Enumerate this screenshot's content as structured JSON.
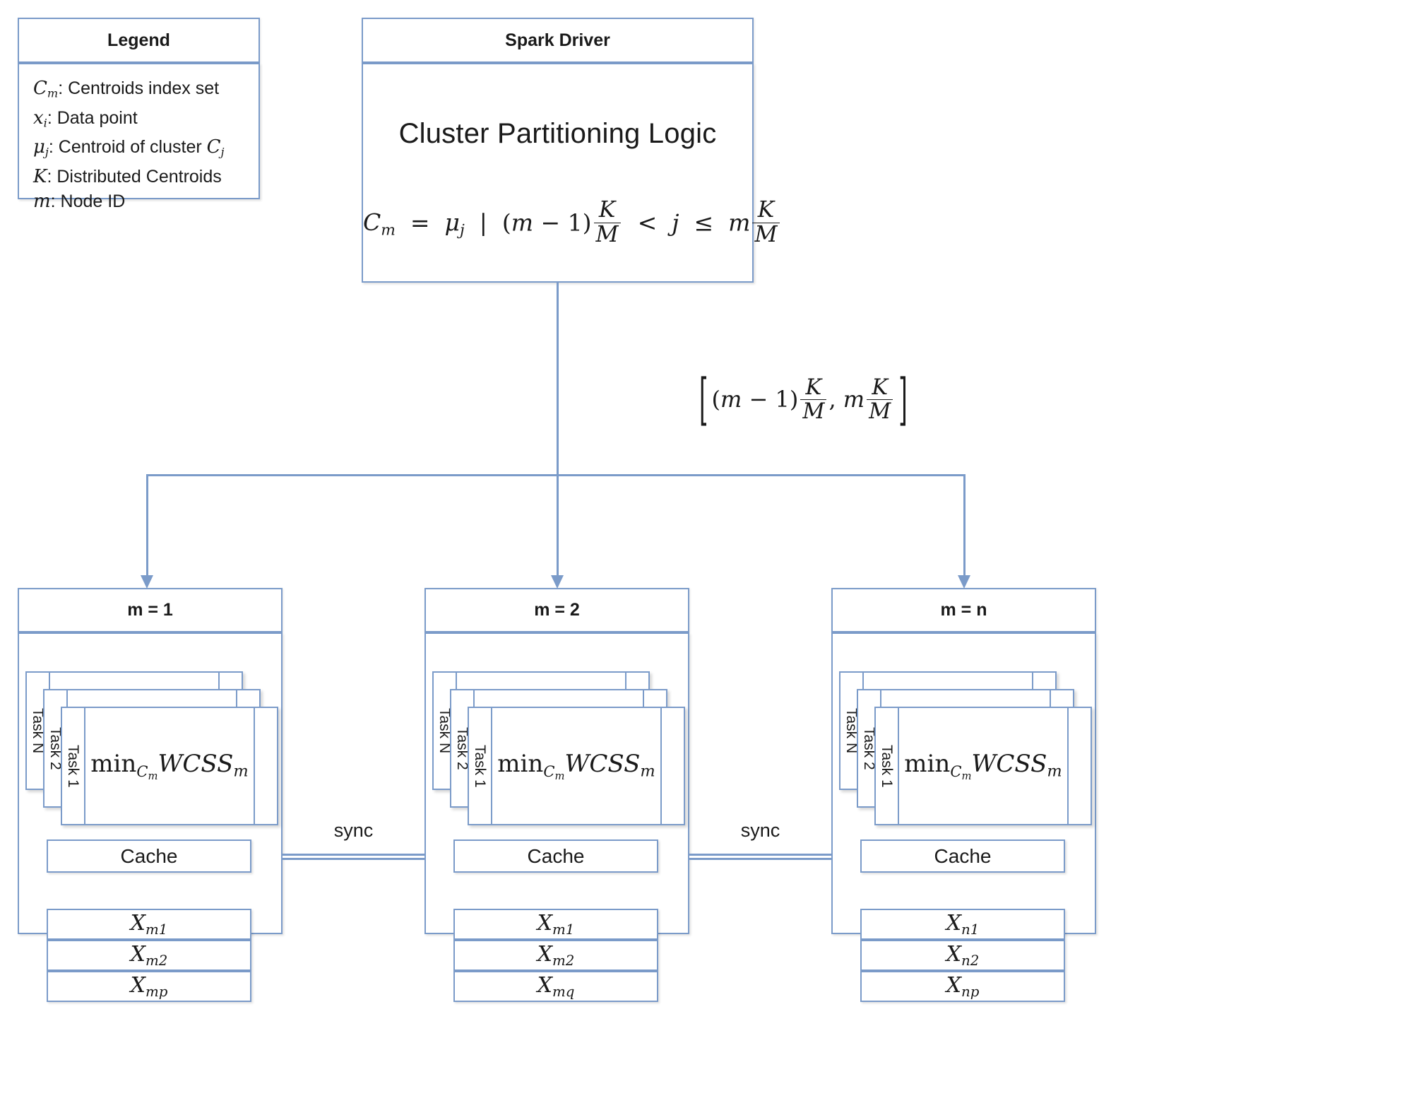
{
  "legend": {
    "title": "Legend",
    "entries": [
      {
        "symbol": "C",
        "sub": "m",
        "text": ": Centroids index set"
      },
      {
        "symbol": "x",
        "sub": "i",
        "text": ": Data point"
      },
      {
        "symbol": "μ",
        "sub": "j",
        "text": ": Centroid of cluster C"
      },
      {
        "symbol": "K",
        "sub": "",
        "text": ": Distributed Centroids"
      },
      {
        "symbol": "m",
        "sub": "",
        "text": ": Node ID"
      }
    ],
    "entry_plain": [
      "Cm: Centroids index set",
      "xi: Data point",
      "μj: Centroid of cluster Cj",
      "K: Distributed Centroids",
      "m: Node ID"
    ],
    "cluster_suffix_sub": "j",
    "cluster_suffix_sym": "C"
  },
  "driver": {
    "header": "Spark Driver",
    "title": "Cluster Partitioning Logic",
    "formula_plain": "C_m = μ_j | (m − 1) K/M < j ≤ m K/M",
    "formula": {
      "lhs_sym": "C",
      "lhs_sub": "m",
      "eq": "=",
      "mu_sym": "μ",
      "mu_sub": "j",
      "bar": "|",
      "open": "(",
      "m": "m",
      "minus": "−",
      "one": "1",
      "close": ")",
      "num": "K",
      "den": "M",
      "lt": "<",
      "j": "j",
      "le": "≤",
      "m2": "m",
      "num2": "K",
      "den2": "M"
    }
  },
  "edge": {
    "label_plain": "[(m − 1) K/M , m K/M]",
    "open_bracket": "[",
    "close_bracket": "]",
    "comma": ",",
    "left_open": "(",
    "left_m": "m",
    "left_minus": "−",
    "left_one": "1",
    "left_close": ")",
    "left_num": "K",
    "left_den": "M",
    "right_m": "m",
    "right_num": "K",
    "right_den": "M"
  },
  "sync": {
    "label_left": "sync",
    "label_right": "sync"
  },
  "tasks": {
    "back_label": "Task N",
    "mid_label": "Task 2",
    "front_label": "Task 1",
    "objective": {
      "min": "min",
      "min_sub_sym": "C",
      "min_sub_sub": "m",
      "wcss": "WCSS",
      "wcss_sub": "m",
      "plain": "min_{Cm} WCSS_m"
    }
  },
  "nodes": [
    {
      "header": "m = 1",
      "cache": "Cache",
      "partitions": [
        {
          "sym": "X",
          "sub": "m1",
          "plain": "Xm1"
        },
        {
          "sym": "X",
          "sub": "m2",
          "plain": "Xm2"
        },
        {
          "sym": "X",
          "sub": "mp",
          "plain": "Xmp"
        }
      ]
    },
    {
      "header": "m = 2",
      "cache": "Cache",
      "partitions": [
        {
          "sym": "X",
          "sub": "m1",
          "plain": "Xm1"
        },
        {
          "sym": "X",
          "sub": "m2",
          "plain": "Xm2"
        },
        {
          "sym": "X",
          "sub": "mq",
          "plain": "Xmq"
        }
      ]
    },
    {
      "header": "m = n",
      "cache": "Cache",
      "partitions": [
        {
          "sym": "X",
          "sub": "n1",
          "plain": "Xn1"
        },
        {
          "sym": "X",
          "sub": "n2",
          "plain": "Xn2"
        },
        {
          "sym": "X",
          "sub": "np",
          "plain": "Xnp"
        }
      ]
    }
  ],
  "colors": {
    "border": "#7b9bc9",
    "text": "#1a1a1a",
    "background": "#ffffff"
  }
}
